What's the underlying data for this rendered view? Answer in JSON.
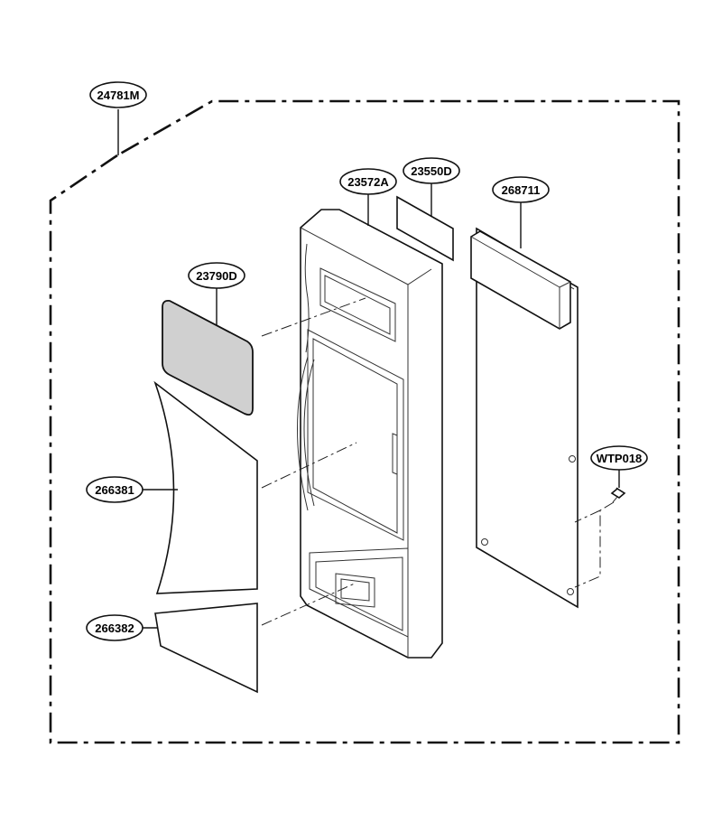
{
  "labels": {
    "assembly": "24781M",
    "panel": "23572A",
    "sheet": "23550D",
    "pcb": "268711",
    "window": "23790D",
    "screw": "WTP018",
    "trim_upper": "266381",
    "trim_lower": "266382"
  },
  "colors": {
    "line": "#111111",
    "window_fill": "#d0d0d0",
    "background": "#ffffff"
  }
}
